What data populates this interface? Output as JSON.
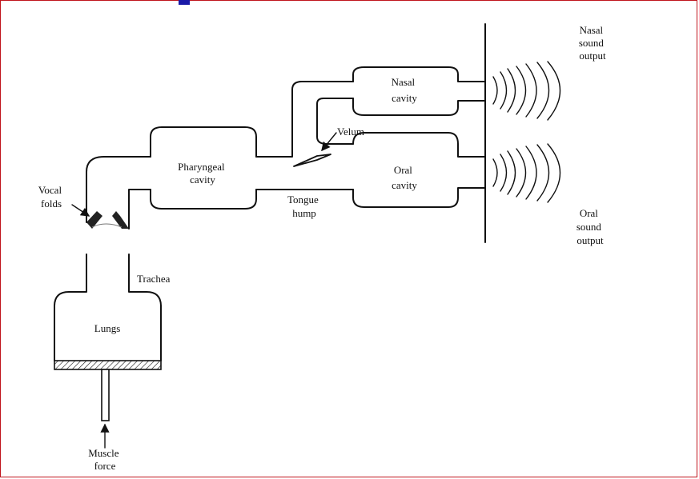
{
  "labels": {
    "nasal_output": [
      "Nasal",
      "sound",
      "output"
    ],
    "nasal_cavity": [
      "Nasal",
      "cavity"
    ],
    "velum": "Velum",
    "pharyngeal_cavity": [
      "Pharyngeal",
      "cavity"
    ],
    "oral_cavity": [
      "Oral",
      "cavity"
    ],
    "tongue_hump": [
      "Tongue",
      "hump"
    ],
    "vocal_folds": [
      "Vocal",
      "folds"
    ],
    "oral_output": [
      "Oral",
      "sound",
      "output"
    ],
    "trachea": "Trachea",
    "lungs": "Lungs",
    "muscle_force": [
      "Muscle",
      "force"
    ]
  },
  "colors": {
    "frame": "#c0141c",
    "title_fragment": "#1a1aa8",
    "ink": "#111111"
  }
}
